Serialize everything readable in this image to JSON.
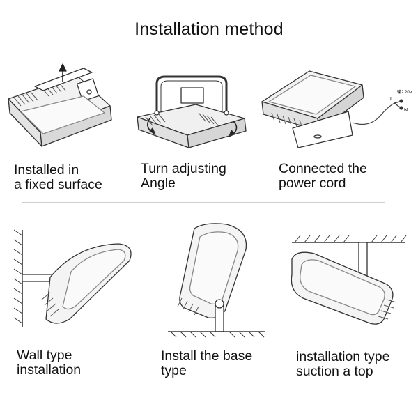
{
  "title": "Installation method",
  "steps": [
    {
      "line1": "Installed in",
      "line2": "a fixed surface",
      "icon": "fixed-surface-illustration"
    },
    {
      "line1": "Turn adjusting",
      "line2": "Angle",
      "icon": "adjust-angle-illustration"
    },
    {
      "line1": "Connected the",
      "line2": "power cord",
      "icon": "power-cord-illustration"
    },
    {
      "line1": "Wall type",
      "line2": "installation",
      "icon": "wall-mount-illustration"
    },
    {
      "line1": "Install the base",
      "line2": "type",
      "icon": "base-mount-illustration"
    },
    {
      "line1": "installation type",
      "line2": "suction a top",
      "icon": "ceiling-mount-illustration"
    }
  ],
  "wire_labels": {
    "live": "L",
    "neutral": "N",
    "voltage": "输2.20V"
  }
}
